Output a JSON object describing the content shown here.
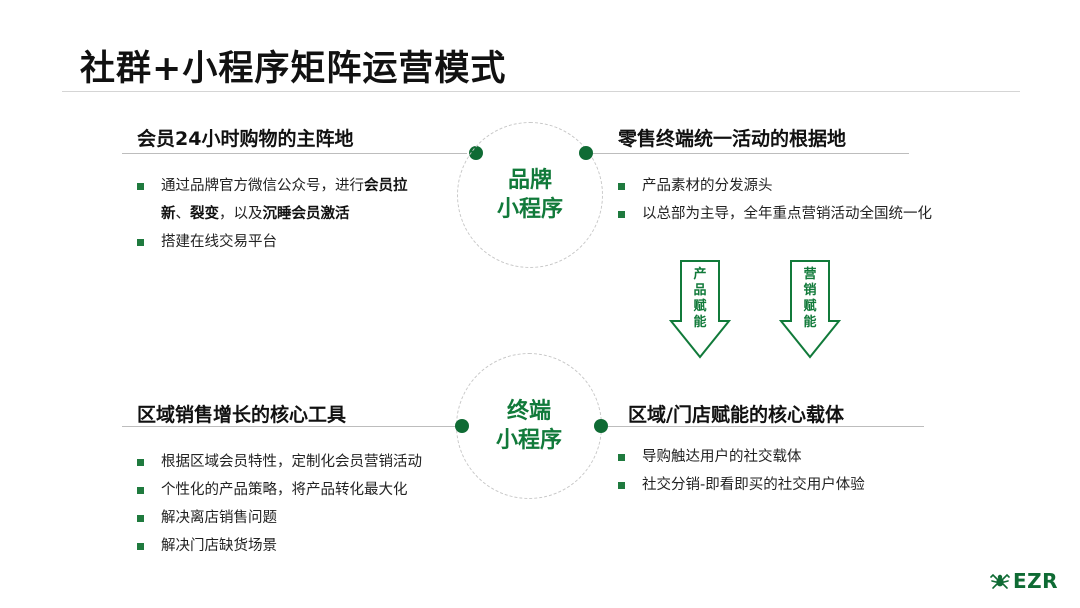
{
  "title": "社群+小程序矩阵运营模式",
  "top_left": {
    "heading": "会员24小时购物的主阵地",
    "bullet1": {
      "line1_pre": "通过品牌官方微信公众号，进行",
      "line1_bold": "会员拉",
      "line2_bold1": "新",
      "line2_sep": "、",
      "line2_bold2": "裂变",
      "line2_mid": "，以及",
      "line2_bold3": "沉睡会员激活"
    },
    "bullet2": "搭建在线交易平台"
  },
  "top_right": {
    "heading": "零售终端统一活动的根据地",
    "bullets": [
      "产品素材的分发源头",
      "以总部为主导，全年重点营销活动全国统一化"
    ]
  },
  "bottom_left": {
    "heading": "区域销售增长的核心工具",
    "bullets": [
      "根据区域会员特性，定制化会员营销活动",
      "个性化的产品策略，将产品转化最大化",
      "解决离店销售问题",
      "解决门店缺货场景"
    ]
  },
  "bottom_right": {
    "heading": "区域/门店赋能的核心载体",
    "bullets": [
      "导购触达用户的社交载体",
      "社交分销-即看即买的社交用户体验"
    ]
  },
  "circle_top": {
    "line1": "品牌",
    "line2": "小程序"
  },
  "circle_bottom": {
    "line1": "终端",
    "line2": "小程序"
  },
  "arrow1": {
    "c1": "产",
    "c2": "品",
    "c3": "赋",
    "c4": "能"
  },
  "arrow2": {
    "c1": "营",
    "c2": "销",
    "c3": "赋",
    "c4": "能"
  },
  "logo": {
    "text": "EZR"
  },
  "colors": {
    "accent": "#117a3a",
    "dot": "#0f6b34",
    "bullet": "#1f7a3e"
  },
  "icons": {
    "logo": "spider-icon"
  }
}
